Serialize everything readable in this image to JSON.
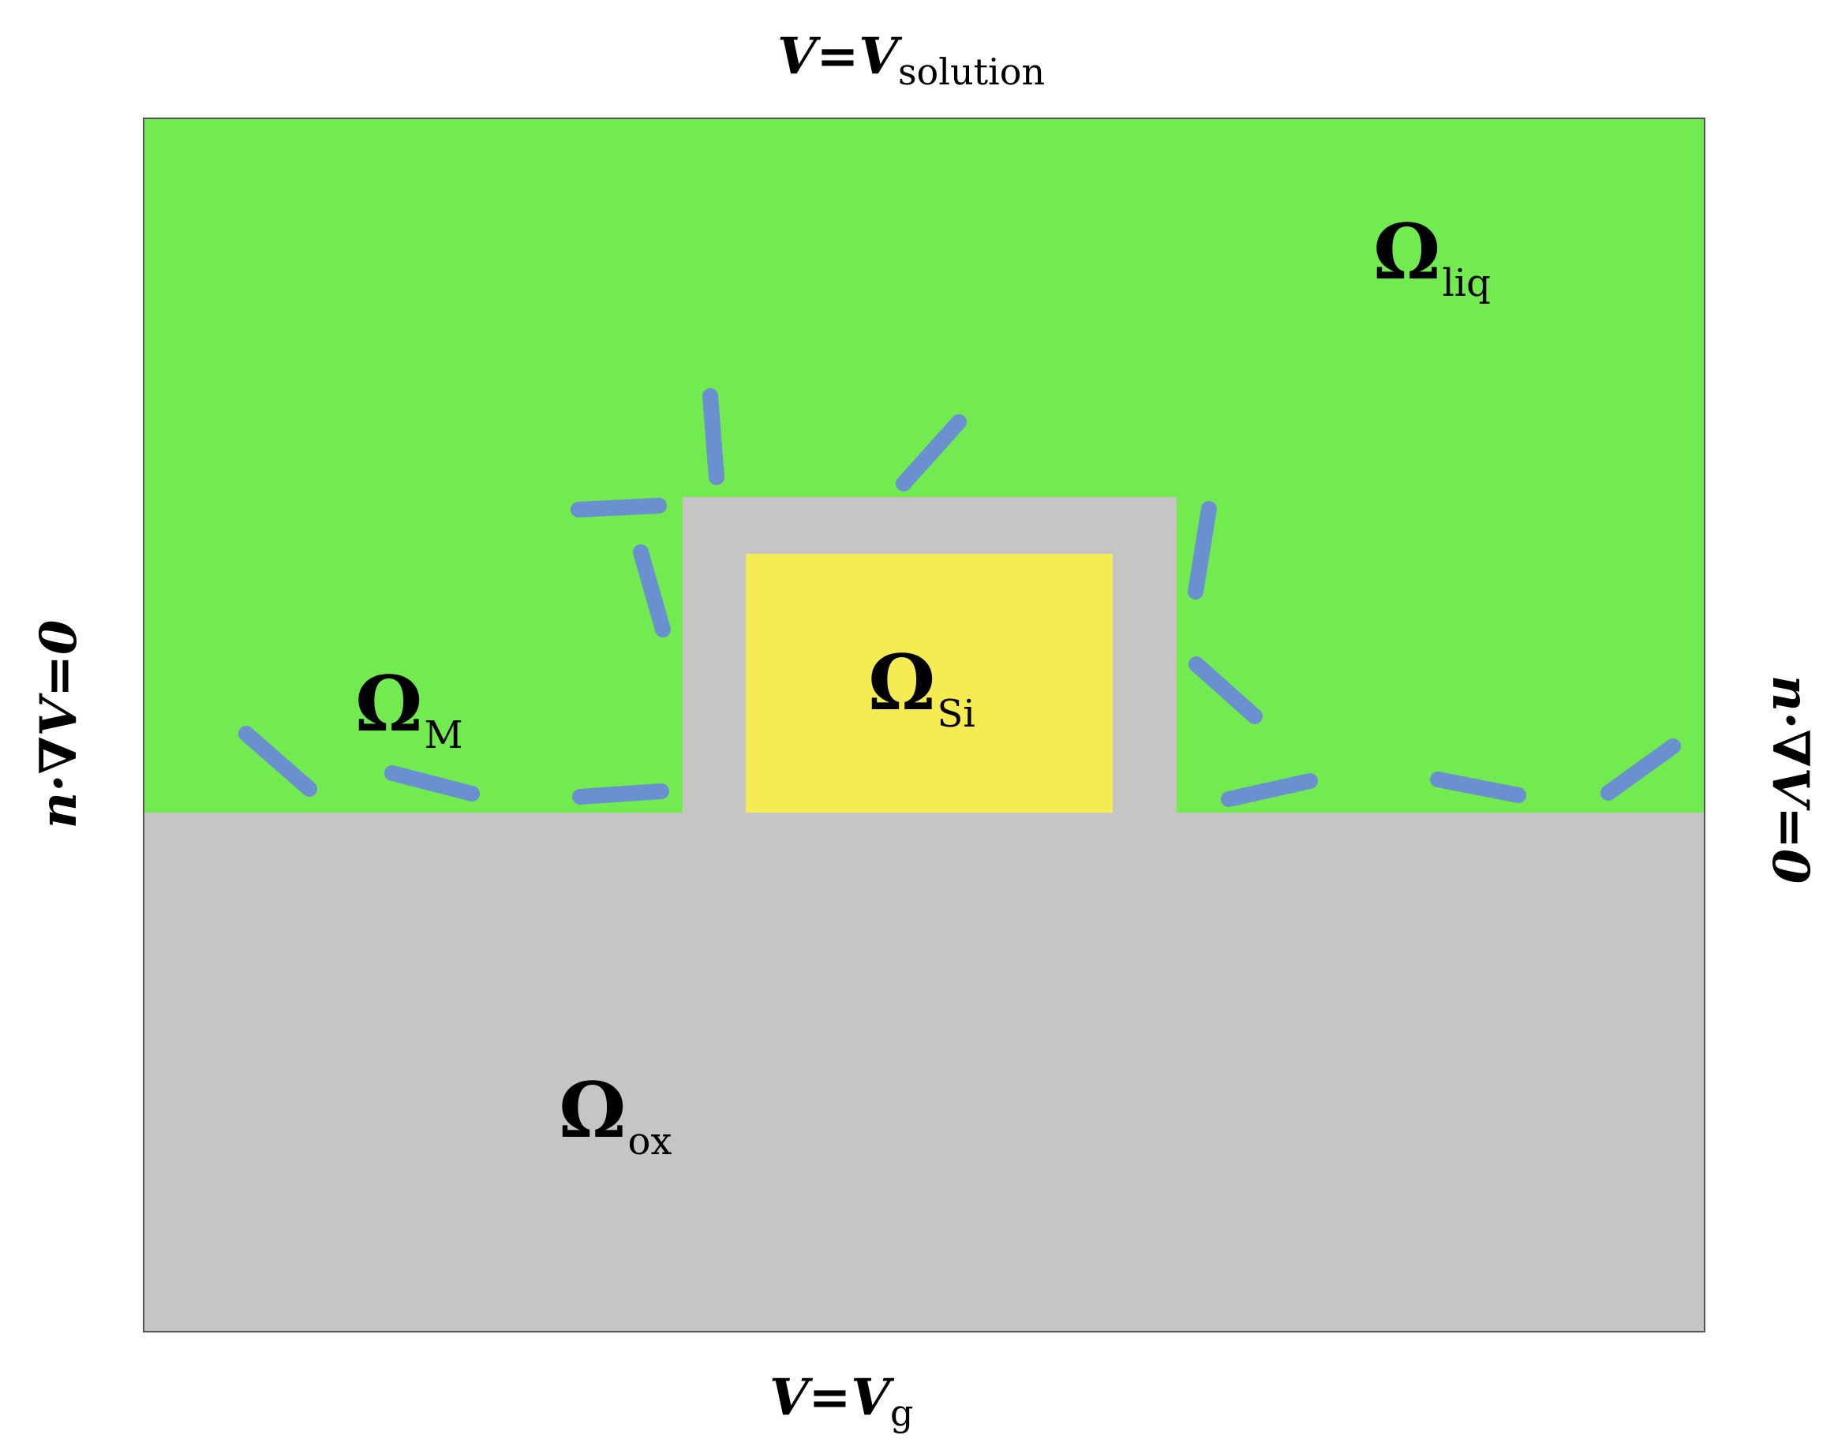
{
  "boundary_conditions": {
    "top": {
      "main": "V=V",
      "sub": "solution"
    },
    "bottom": {
      "main": "V=V",
      "sub": "g"
    },
    "left": "n·∇V=0",
    "right": "n·∇V=0"
  },
  "regions": {
    "liquid": {
      "symbol": "Ω",
      "sub": "liq",
      "color": "#71EB50"
    },
    "silicon": {
      "symbol": "Ω",
      "sub": "Si",
      "color": "#F5EB52"
    },
    "molecules": {
      "symbol": "Ω",
      "sub": "M",
      "color": "#6A90CF"
    },
    "oxide": {
      "symbol": "Ω",
      "sub": "ox",
      "color": "#C5C5C5"
    }
  }
}
